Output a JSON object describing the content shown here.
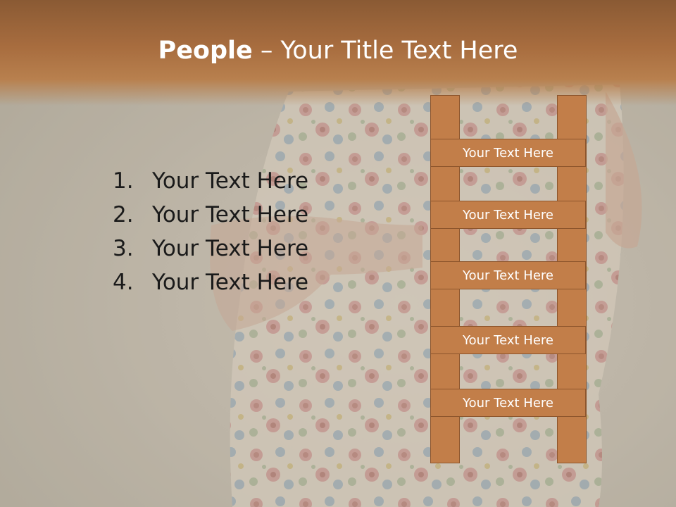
{
  "title": {
    "bold": "People",
    "rest": " – Your Title Text Here"
  },
  "list": [
    {
      "num": "1.",
      "text": "Your Text Here"
    },
    {
      "num": "2.",
      "text": "Your Text Here"
    },
    {
      "num": "3.",
      "text": "Your Text Here"
    },
    {
      "num": "4.",
      "text": "Your Text Here"
    }
  ],
  "ladder": {
    "rungs": [
      "Your Text Here",
      "Your Text Here",
      "Your Text Here",
      "Your Text Here",
      "Your Text Here"
    ]
  },
  "colors": {
    "title_band": "#a86d3f",
    "ladder_fill": "#c27e49",
    "ladder_border": "#8d552c",
    "title_text": "#ffffff",
    "body_text": "#1a1a1a"
  }
}
